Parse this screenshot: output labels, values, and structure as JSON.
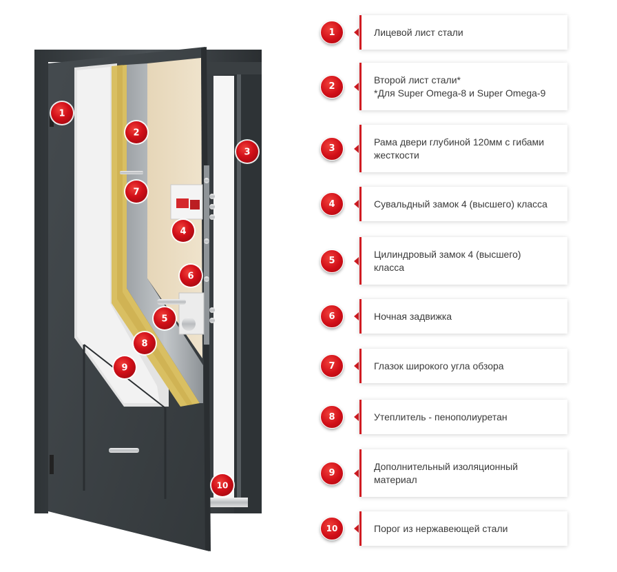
{
  "diagram": {
    "callouts": [
      {
        "n": "1"
      },
      {
        "n": "2"
      },
      {
        "n": "3"
      },
      {
        "n": "4"
      },
      {
        "n": "5"
      },
      {
        "n": "6"
      },
      {
        "n": "7"
      },
      {
        "n": "8"
      },
      {
        "n": "9"
      },
      {
        "n": "10"
      }
    ]
  },
  "legend": {
    "items": [
      {
        "n": "1",
        "lines": [
          "Лицевой лист стали"
        ]
      },
      {
        "n": "2",
        "lines": [
          "Второй лист стали*",
          "*Для Super Omega-8 и Super Omega-9"
        ]
      },
      {
        "n": "3",
        "lines": [
          "Рама двери глубиной 120мм с гибами",
          "жесткости"
        ]
      },
      {
        "n": "4",
        "lines": [
          "Сувальдный замок 4 (высшего) класса"
        ]
      },
      {
        "n": "5",
        "lines": [
          "Цилиндровый замок 4 (высшего)",
          "класса"
        ]
      },
      {
        "n": "6",
        "lines": [
          "Ночная задвижка"
        ]
      },
      {
        "n": "7",
        "lines": [
          "Глазок широкого угла обзора"
        ]
      },
      {
        "n": "8",
        "lines": [
          "Утеплитель - пенополиуретан"
        ]
      },
      {
        "n": "9",
        "lines": [
          "Дополнительный изоляционный",
          "материал"
        ]
      },
      {
        "n": "10",
        "lines": [
          "Порог из нержавеющей стали"
        ]
      }
    ]
  },
  "colors": {
    "accent": "#d01c22",
    "door_panel": "#3c4246",
    "insulation": "#d9bf62",
    "inner_panel": "#eadcc1",
    "text": "#3a3a3a"
  }
}
